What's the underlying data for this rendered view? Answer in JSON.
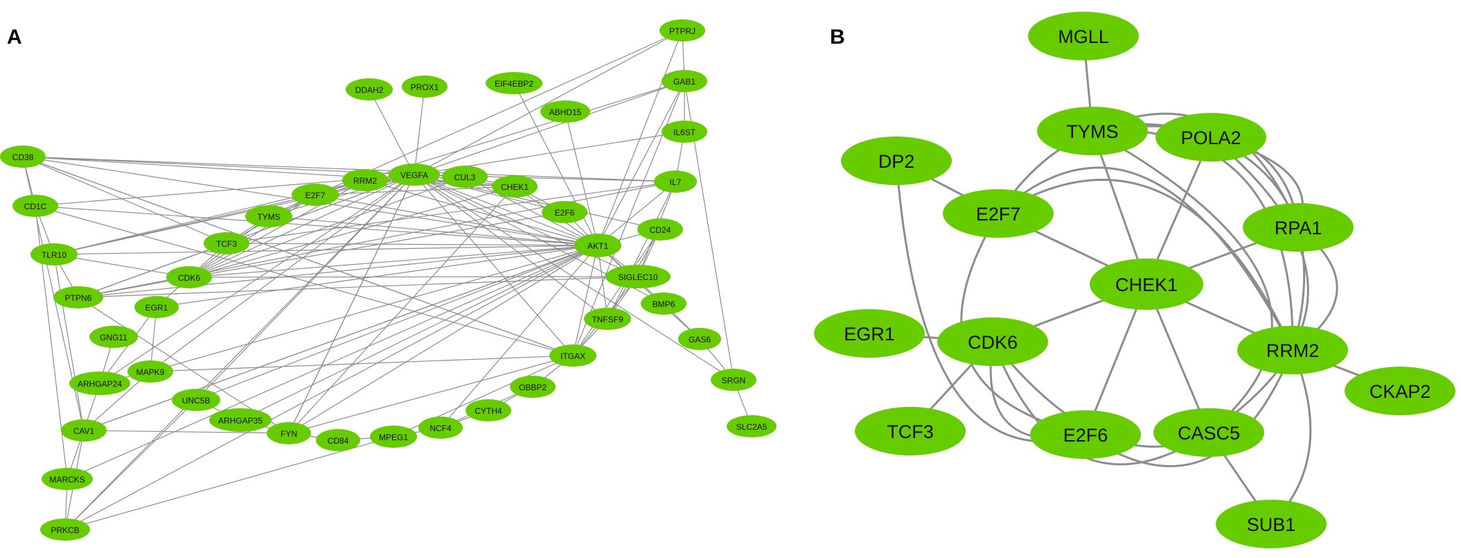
{
  "colors": {
    "node": "#66cc00",
    "edge": "#8c8c8c",
    "label": "#111111"
  },
  "panels": [
    {
      "id": "A",
      "label": "A",
      "nodes": [
        "PTPRJ",
        "GAB1",
        "IL6ST",
        "IL7",
        "CD24",
        "SIGLEC10",
        "BMP6",
        "GAS6",
        "SRGN",
        "SLC2A5",
        "DDAH2",
        "PROX1",
        "EIF4EBP2",
        "ABHD15",
        "CD38",
        "CD1C",
        "TLR10",
        "PTPN6",
        "GNG11",
        "ARHGAP24",
        "CAV1",
        "MARCKS",
        "PRKCB",
        "VEGFA",
        "RRM2",
        "CUL3",
        "CHEK1",
        "E2F7",
        "TYMS",
        "E2F6",
        "TCF3",
        "AKT1",
        "CDK6",
        "EGR1",
        "MAPK9",
        "UNC5B",
        "ARHGAP35",
        "FYN",
        "CD84",
        "MPEG1",
        "NCF4",
        "CYTH4",
        "OBBP2",
        "ITGAX",
        "TNFSF9"
      ]
    },
    {
      "id": "B",
      "label": "B",
      "nodes": [
        "MGLL",
        "TYMS",
        "POLA2",
        "DP2",
        "E2F7",
        "RPA1",
        "CHEK1",
        "EGR1",
        "CDK6",
        "RRM2",
        "CKAP2",
        "TCF3",
        "E2F6",
        "CASC5",
        "SUB1"
      ]
    }
  ]
}
